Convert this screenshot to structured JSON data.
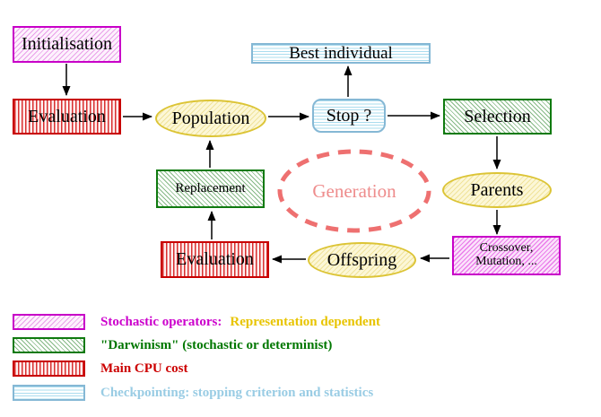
{
  "nodes": {
    "initialisation": "Initialisation",
    "evaluation_top": "Evaluation",
    "population": "Population",
    "best_individual": "Best individual",
    "stop": "Stop ?",
    "selection": "Selection",
    "parents": "Parents",
    "crossover": "Crossover,\nMutation, ...",
    "replacement": "Replacement",
    "evaluation_bottom": "Evaluation",
    "offspring": "Offspring",
    "generation": "Generation"
  },
  "legend": {
    "rows": [
      {
        "text": "Stochastic operators:",
        "text2": "Representation dependent"
      },
      {
        "text": "\"Darwinism\" (stochastic or determinist)"
      },
      {
        "text": "Main CPU cost"
      },
      {
        "text": "Checkpointing: stopping criterion and statistics"
      }
    ]
  },
  "colors": {
    "stochastic_magenta": "#cc00cc",
    "representation_yellow": "#e8c400",
    "darwinism_green": "#007700",
    "cpu_red": "#cc0000",
    "checkpoint_cyan": "#99cce4",
    "generation_salmon": "#ee7070",
    "ellipse_yellow_border": "#dcc435",
    "arrow_black": "#000000"
  }
}
